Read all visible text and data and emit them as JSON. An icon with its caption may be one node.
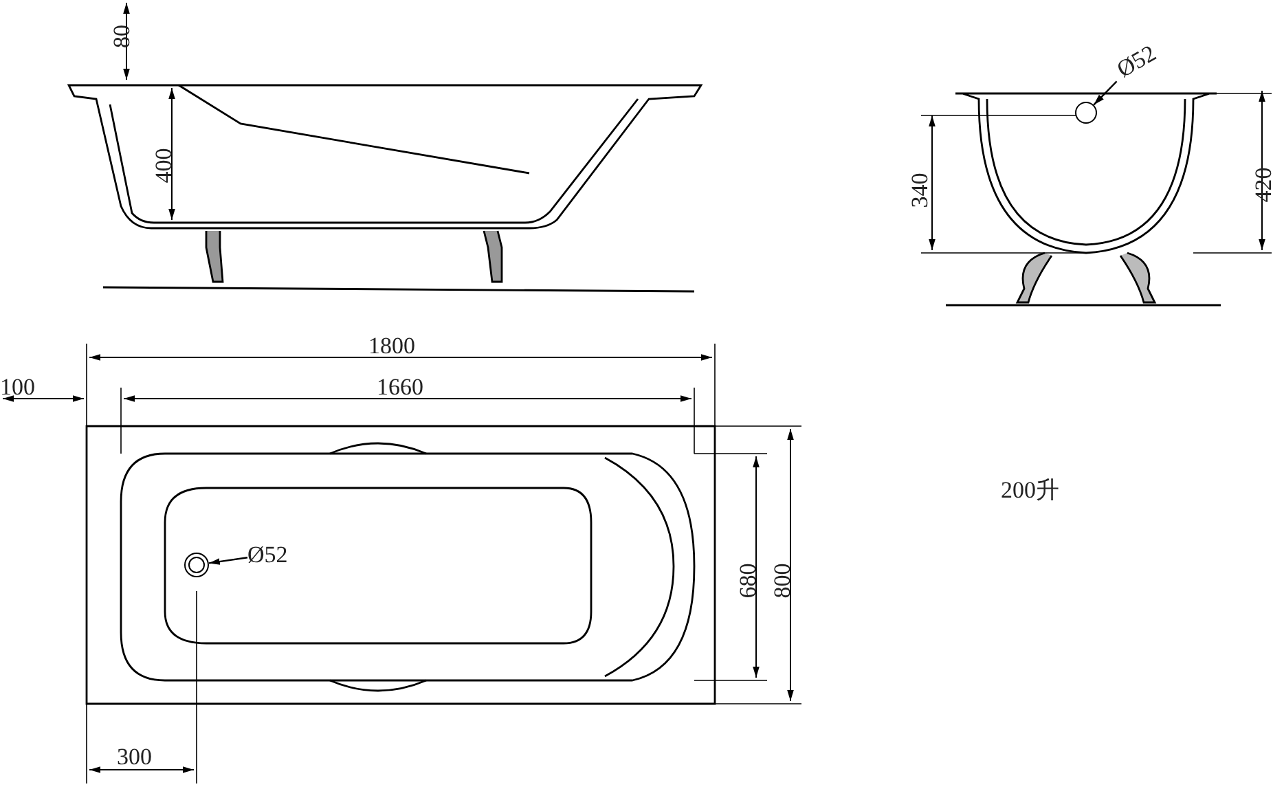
{
  "diagram": {
    "nodes": [
      {
        "text": [
          "Ø52"
        ]
      },
      {
        "text": [],
        "shape": "circle"
      },
      {
        "text": [
          "Ø52"
        ]
      },
      {
        "text": [],
        "shape": "circle"
      }
    ],
    "edges": [
      {
        "from": 0,
        "to": 1,
        "arrow": "to"
      },
      {
        "from": 2,
        "to": 3,
        "arrow": "to"
      }
    ],
    "labels": [
      "80",
      "400",
      "340",
      "420",
      "1800",
      "100",
      "1660",
      "680",
      "800",
      "300",
      "200升"
    ]
  }
}
